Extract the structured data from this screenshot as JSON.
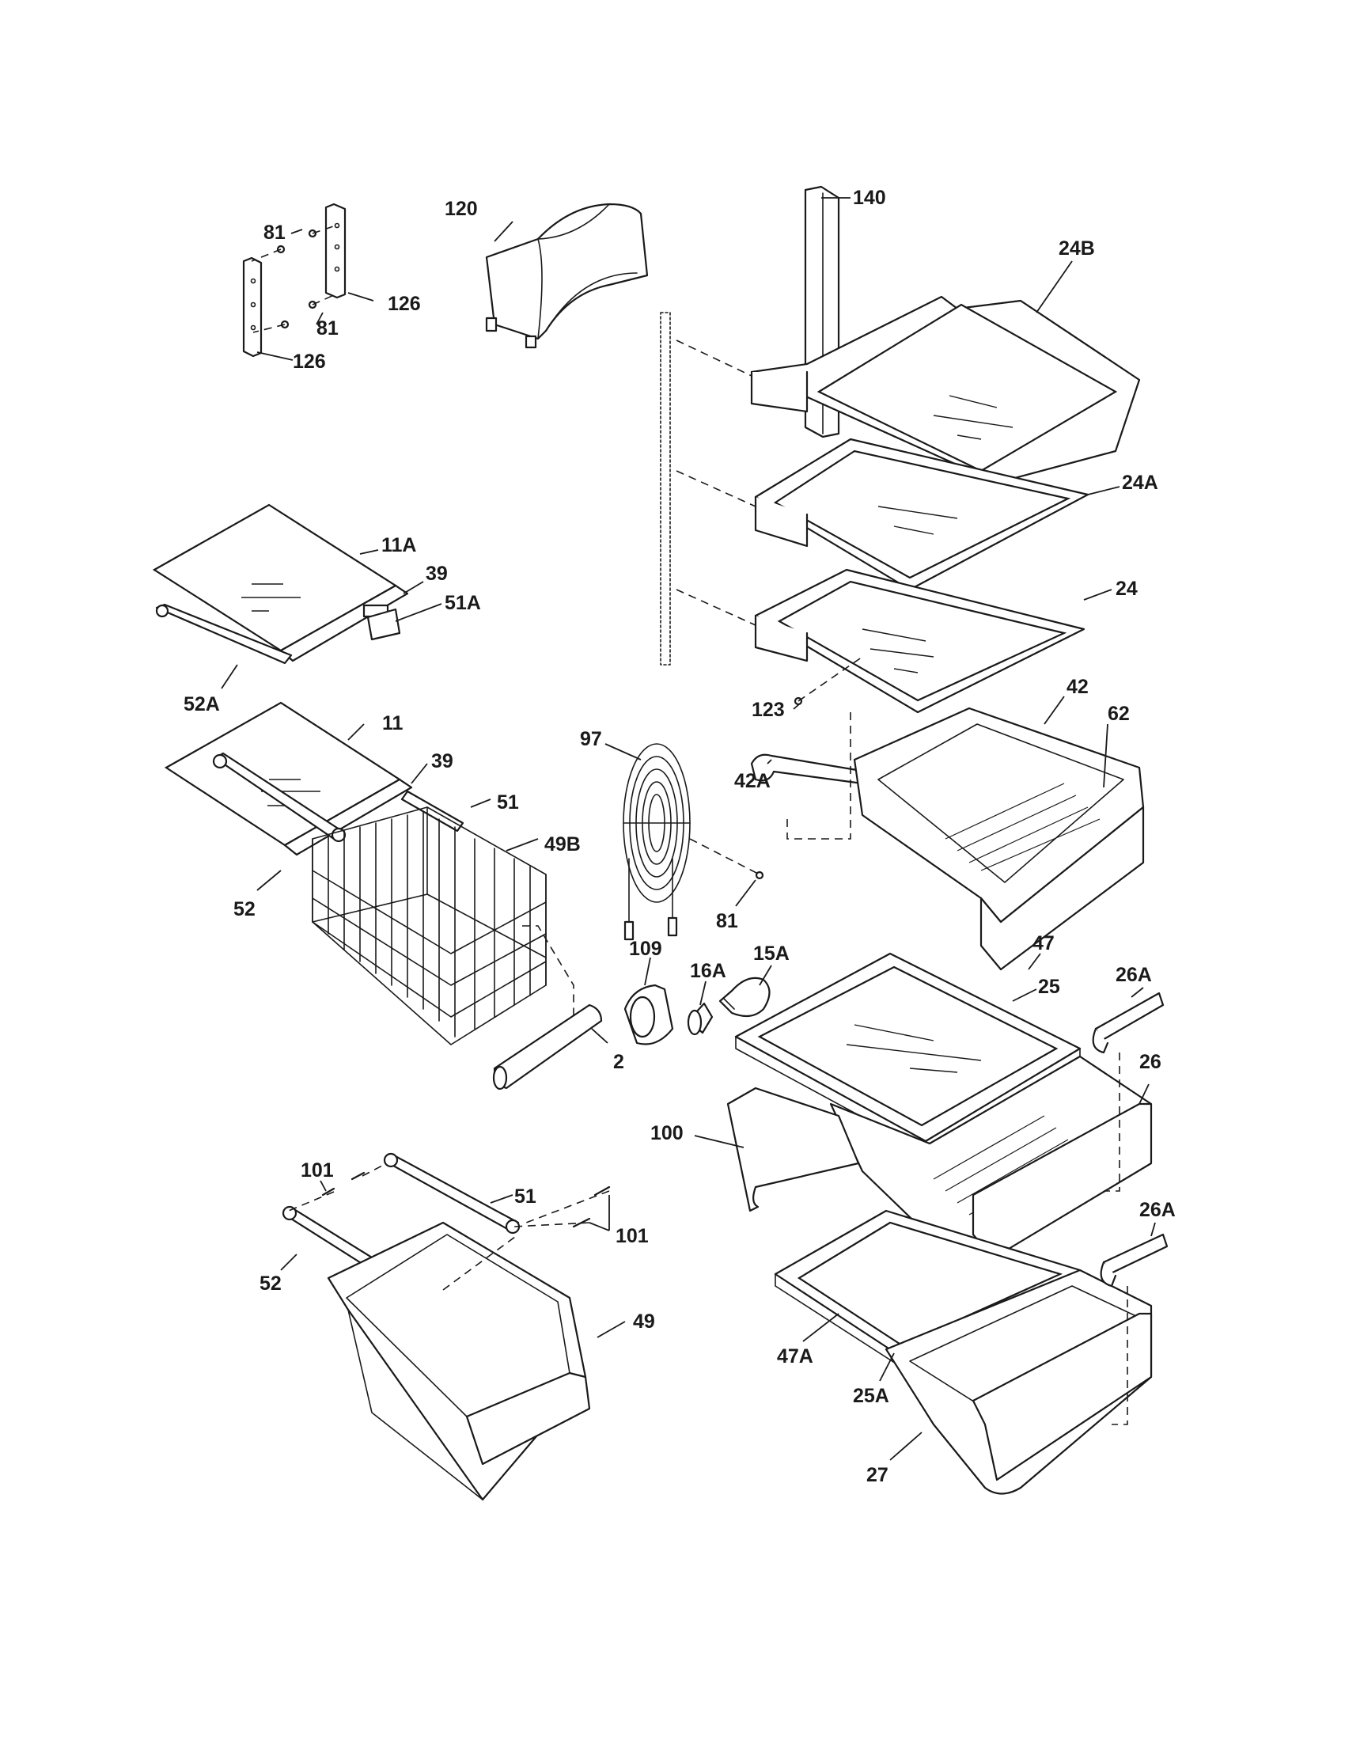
{
  "diagram": {
    "labels": {
      "l140": "140",
      "l120": "120",
      "l81a": "81",
      "l81b": "81",
      "l126a": "126",
      "l126b": "126",
      "l24b": "24B",
      "l24a": "24A",
      "l24": "24",
      "l11a": "11A",
      "l39a": "39",
      "l51a": "51A",
      "l52a": "52A",
      "l123": "123",
      "l42": "42",
      "l62": "62",
      "l97": "97",
      "l42a": "42A",
      "l11": "11",
      "l39b": "39",
      "l51b": "51",
      "l49b": "49B",
      "l52b": "52",
      "l81c": "81",
      "l109": "109",
      "l16a": "16A",
      "l15a": "15A",
      "l47": "47",
      "l25": "25",
      "l26a1": "26A",
      "l2": "2",
      "l26": "26",
      "l100": "100",
      "l101a": "101",
      "l51c": "51",
      "l101b": "101",
      "l26a2": "26A",
      "l52c": "52",
      "l49": "49",
      "l47a": "47A",
      "l25a": "25A",
      "l27": "27"
    }
  }
}
